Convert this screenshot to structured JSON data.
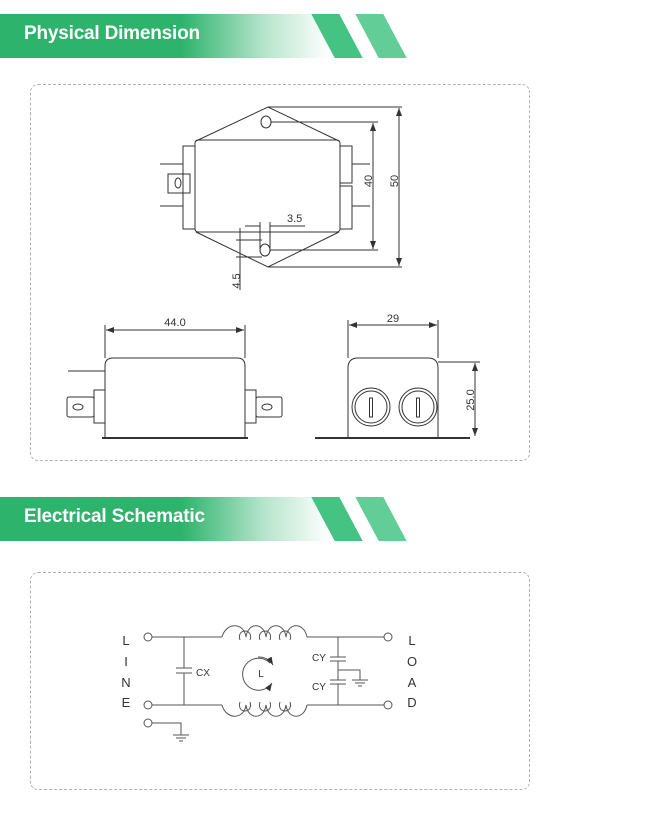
{
  "sections": {
    "physical": {
      "title": "Physical Dimension",
      "dims": {
        "height_total": "50",
        "hole_spacing": "40",
        "hole_dia": "3.5",
        "hole_offset": "4.5",
        "length": "44.0",
        "width": "29",
        "height": "25.0"
      }
    },
    "electrical": {
      "title": "Electrical Schematic",
      "labels": {
        "cx": "CX",
        "cy_top": "CY",
        "cy_bottom": "CY",
        "inductor": "L",
        "line": [
          "L",
          "I",
          "N",
          "E"
        ],
        "load": [
          "L",
          "O",
          "A",
          "D"
        ]
      }
    }
  },
  "colors": {
    "accent": "#2db36b"
  }
}
